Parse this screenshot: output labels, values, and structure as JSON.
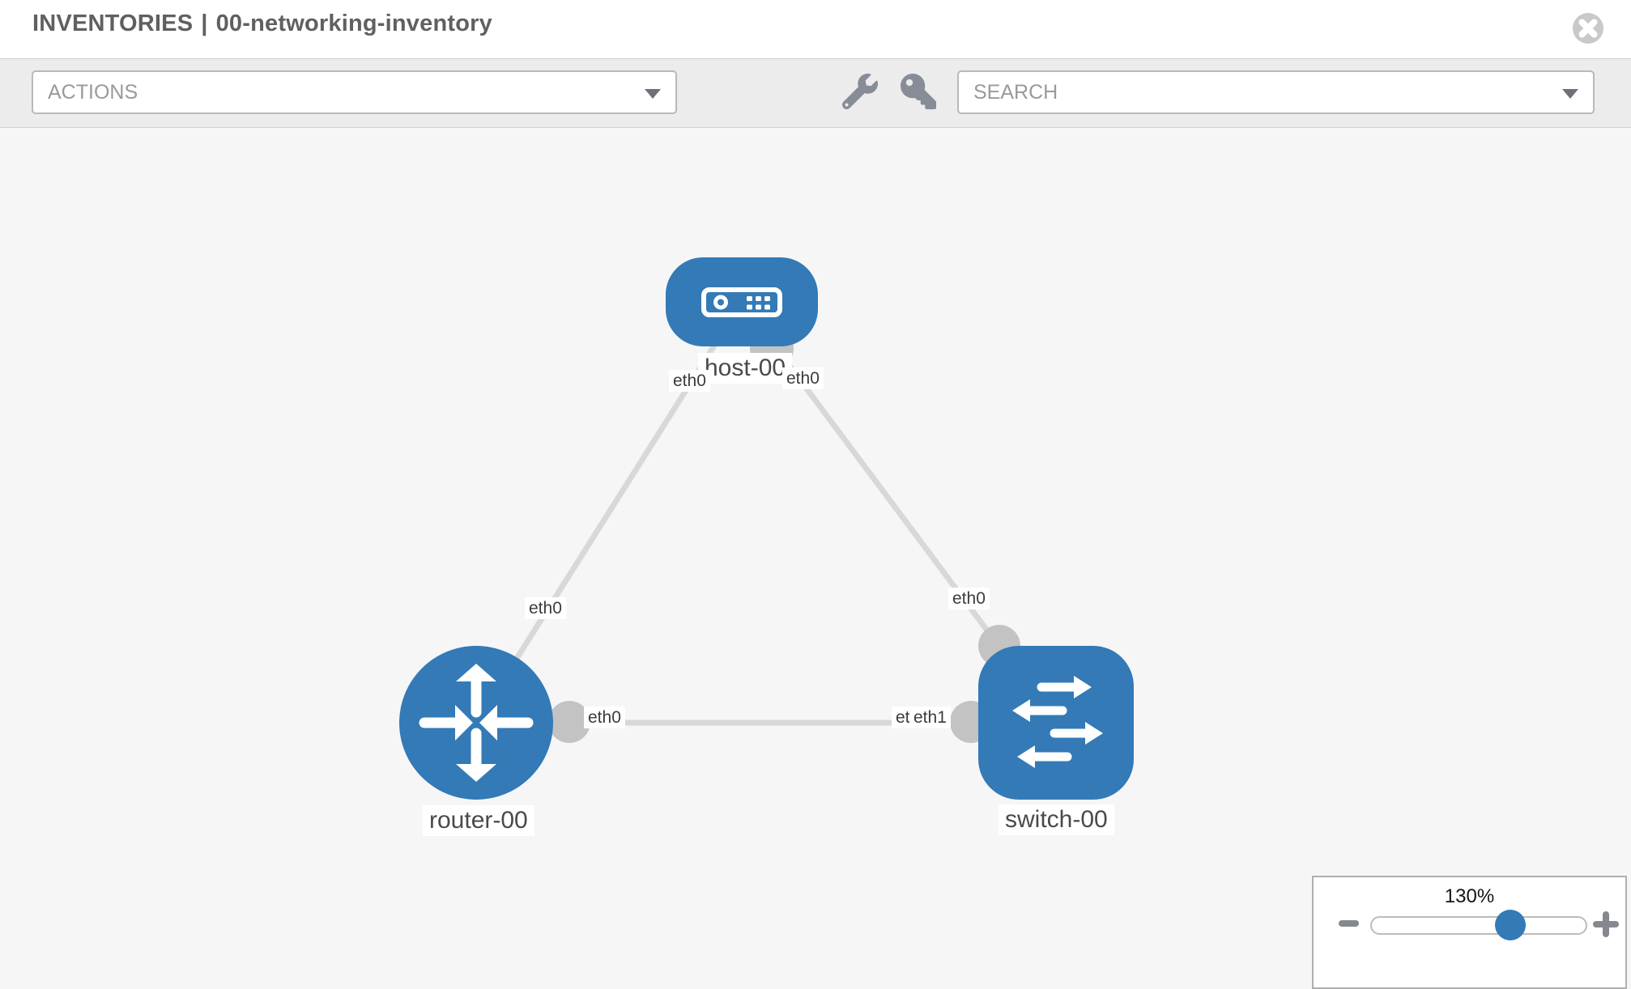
{
  "header": {
    "title_left": "INVENTORIES",
    "separator": "|",
    "title_right": "00-networking-inventory"
  },
  "toolbar": {
    "actions_label": "ACTIONS",
    "search_label": "SEARCH",
    "icons": [
      "wrench-icon",
      "key-icon"
    ]
  },
  "topology": {
    "nodes": [
      {
        "id": "host-00",
        "type": "host",
        "label": "host-00"
      },
      {
        "id": "router-00",
        "type": "router",
        "label": "router-00"
      },
      {
        "id": "switch-00",
        "type": "switch",
        "label": "switch-00"
      }
    ],
    "links": [
      {
        "from": "host-00",
        "from_if": "eth0",
        "to": "router-00",
        "to_if": "eth0"
      },
      {
        "from": "host-00",
        "from_if": "eth0",
        "to": "switch-00",
        "to_if": "eth0"
      },
      {
        "from": "router-00",
        "from_if": "eth0",
        "to": "switch-00",
        "to_if": "eth1",
        "to_if_overlapped_label": "eth0"
      }
    ]
  },
  "zoom_control": {
    "level": "130%",
    "minus": "−",
    "plus": "+"
  },
  "colors": {
    "node_blue": "#337ab7",
    "link_gray": "#d8d8d8",
    "connector_gray": "#c3c3c3",
    "toolbar_bg": "#ececec",
    "canvas_bg": "#f6f6f6"
  }
}
